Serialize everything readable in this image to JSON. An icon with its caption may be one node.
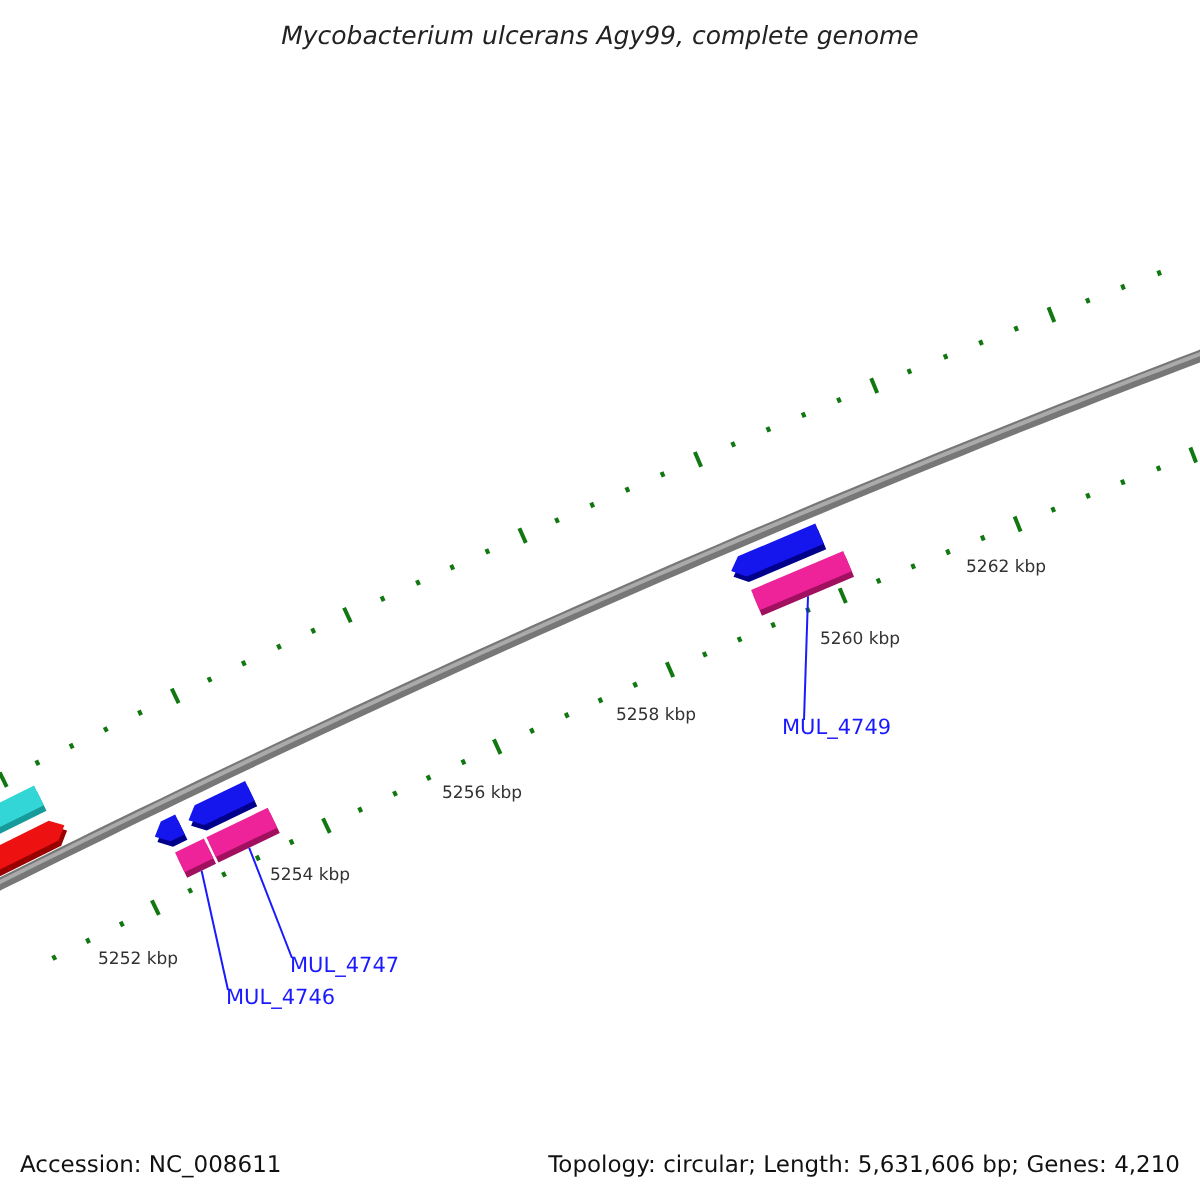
{
  "diagram": {
    "title": "Mycobacterium ulcerans Agy99, complete genome",
    "nodes": [
      {
        "text": [
          "MUL_4749"
        ]
      },
      {
        "text": [],
        "shape": "box"
      },
      {
        "text": [
          "MUL_4747"
        ]
      },
      {
        "text": [],
        "shape": "box"
      },
      {
        "text": [
          "MUL_4746"
        ]
      },
      {
        "text": [],
        "shape": "box"
      }
    ],
    "edges": [
      {
        "from": 0,
        "to": 1,
        "arrow": "none"
      },
      {
        "from": 2,
        "to": 3,
        "arrow": "none"
      },
      {
        "from": 4,
        "to": 5,
        "arrow": "none"
      }
    ],
    "labels": [
      "5262 kbp",
      "5260 kbp",
      "5258 kbp",
      "5256 kbp",
      "5254 kbp",
      "5252 kbp",
      "Accession: NC_008611",
      "Topology: circular; Length: 5,631,606 bp; Genes: 4,210"
    ]
  }
}
